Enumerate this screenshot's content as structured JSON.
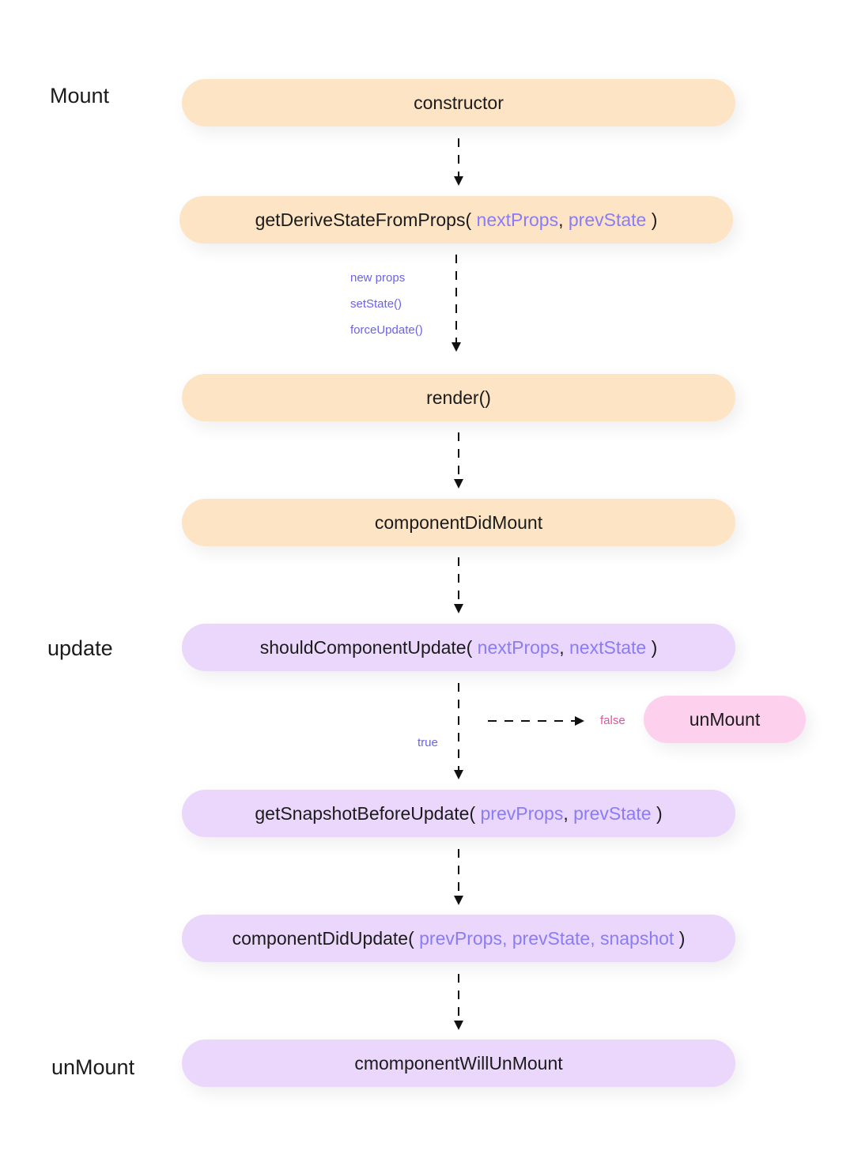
{
  "phases": {
    "mount": "Mount",
    "update": "update",
    "unmount": "unMount"
  },
  "nodes": {
    "constructor": {
      "name": "constructor"
    },
    "gdsfp": {
      "name": "getDeriveStateFromProps(",
      "arg1": "nextProps",
      "sep": ",",
      "arg2": "prevState",
      "close": ")"
    },
    "render": {
      "name": "render()"
    },
    "cdm": {
      "name": "componentDidMount"
    },
    "scu": {
      "name": "shouldComponentUpdate(",
      "arg1": "nextProps",
      "sep": ",",
      "arg2": "nextState",
      "close": ")"
    },
    "unmount_branch": {
      "name": "unMount"
    },
    "gsbu": {
      "name": "getSnapshotBeforeUpdate(",
      "arg1": "prevProps",
      "sep": ",",
      "arg2": "prevState",
      "close": ")"
    },
    "cdu": {
      "name": "componentDidUpdate(",
      "args": "prevProps, prevState, snapshot",
      "close": ")"
    },
    "cwu": {
      "name": "cmomponentWillUnMount"
    }
  },
  "notes": {
    "new_props": "new props",
    "set_state": "setState()",
    "force_update": "forceUpdate()",
    "true_label": "true",
    "false_label": "false"
  },
  "colors": {
    "mount_fill": "#fde4c5",
    "update_fill": "#ead7fb",
    "unmount_fill": "#fdd1ee",
    "arg_text": "#8a7cf4",
    "note_blue": "#6b63e6",
    "note_pink": "#e0559b"
  }
}
